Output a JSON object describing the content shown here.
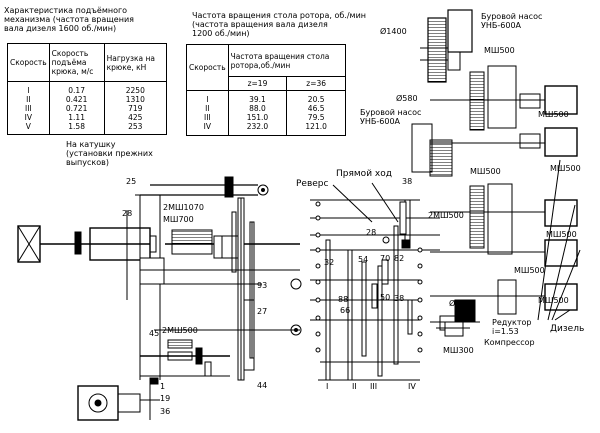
{
  "hoist": {
    "caption": "Характеристика подъёмного\nмеханизма (частота вращения\nвала дизеля 1600 об./мин)",
    "headers": [
      "Скорость",
      "Скорость подъёма крюка, м/с",
      "Нагрузка на крюке, кН"
    ],
    "speeds": "I\nII\nIII\nIV\nV",
    "hook_speed": "0.17\n0.421\n0.721\n1.11\n1.58",
    "load": "2250\n1310\n719\n425\n253"
  },
  "rotor": {
    "caption": "Частота вращения стола ротора, об./мин\n(частота вращения вала дизеля\n1200 об./мин)",
    "headers": [
      "Скорость",
      "Частота вращения стола ротора,об./мин",
      "z=19",
      "z=36"
    ],
    "speeds": "I\nII\nIII\nIV",
    "z19": "39.1\n88.0\n151.0\n232.0",
    "z36": "20.5\n46.5\n79.5\n121.0"
  },
  "labels": {
    "pump_top": "Буровой насос\nУНБ-600А",
    "pump_mid": "Буровой насос\nУНБ-600А",
    "d1400": "Ø1400",
    "d580": "Ø580",
    "d500": "Ø500",
    "msh500_a": "МШ500",
    "msh500_b": "МШ500",
    "msh500_c": "МШ500",
    "msh500_d": "МШ500",
    "msh500_e": "МШ500",
    "msh500_f": "2МШ500",
    "msh500_g": "МШ500",
    "msh500_h": "МШ500",
    "msh300": "МШ300",
    "to_drum": "На катушку\n(установки прежних\nвыпусков)",
    "reverse": "Реверс",
    "direct": "Прямой ход",
    "msh1070": "2МШ1070",
    "msh700": "МШ700",
    "msh500_left": "2МШ500",
    "reducer": "Редуктор\ni=1.53",
    "compressor": "Компрессор",
    "diesel": "Дизель",
    "n25": "25",
    "n28a": "28",
    "n38": "38",
    "n28b": "28",
    "n32": "32",
    "n54": "54",
    "n70": "70",
    "n82": "82",
    "n88": "88",
    "n66": "66",
    "n50": "50",
    "n38b": "38",
    "n93": "93",
    "n27": "27",
    "n44": "44",
    "n45": "45",
    "n1": "1",
    "n19": "19",
    "n36": "36",
    "s1": "I",
    "s2": "II",
    "s3": "III",
    "s4": "IV"
  }
}
